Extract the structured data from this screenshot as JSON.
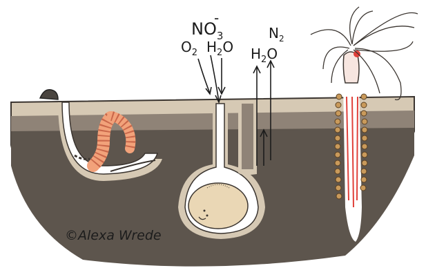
{
  "labels": {
    "nitrate": "NO",
    "nitrate_sub": "3",
    "nitrate_charge": "-",
    "oxygen": "O",
    "oxygen_sub": "2",
    "water_in": "H",
    "water_in_sub": "2",
    "water_in_tail": "O",
    "nitrogen": "N",
    "nitrogen_sub": "2",
    "water_out": "H",
    "water_out_sub": "2",
    "water_out_tail": "O"
  },
  "credit": "©Alexa Wrede",
  "colors": {
    "soil_dark": "#5d554d",
    "soil_mid": "#8f8377",
    "soil_light": "#d6c9b4",
    "worm_body": "#f2a27a",
    "worm_stripe": "#c9674a",
    "cell_fill": "#ead7b5",
    "tube_bead": "#c99a5b",
    "anemone_red": "#e0403a"
  }
}
